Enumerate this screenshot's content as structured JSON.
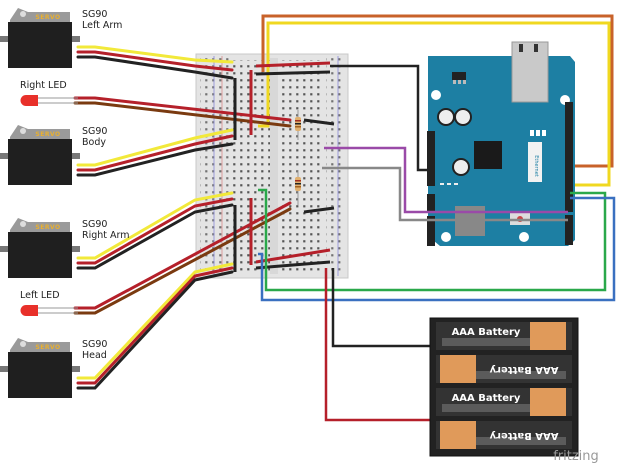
{
  "diagram": {
    "tool_watermark": "fritzing",
    "components": {
      "servos": [
        {
          "id": "servo-left-arm",
          "model": "SG90",
          "name": "Left Arm",
          "case_label": "SERVO"
        },
        {
          "id": "servo-body",
          "model": "SG90",
          "name": "Body",
          "case_label": "SERVO"
        },
        {
          "id": "servo-right-arm",
          "model": "SG90",
          "name": "Right Arm",
          "case_label": "SERVO"
        },
        {
          "id": "servo-head",
          "model": "SG90",
          "name": "Head",
          "case_label": "SERVO"
        }
      ],
      "leds": [
        {
          "id": "led-right",
          "label": "Right LED",
          "color": "#e8302a"
        },
        {
          "id": "led-left",
          "label": "Left LED",
          "color": "#e8302a"
        }
      ],
      "resistors": 2,
      "breadboard": "half-size breadboard",
      "microcontroller": {
        "name": "Arduino Ethernet",
        "board_color": "#1d7fa3",
        "logo_text": "Ethernet"
      },
      "battery_pack": {
        "cells": [
          {
            "label": "AAA Battery",
            "orientation": "normal"
          },
          {
            "label": "AAA Battery",
            "orientation": "flipped"
          },
          {
            "label": "AAA Battery",
            "orientation": "normal"
          },
          {
            "label": "AAA Battery",
            "orientation": "flipped"
          }
        ]
      }
    },
    "wire_colors": {
      "signal": "#f2e93a",
      "power": "#b5202a",
      "ground": "#222222",
      "led_cathode": "#7a3a10",
      "orange": "#c8622a",
      "yellow": "#f0d820",
      "purple": "#9a4aa8",
      "gray": "#888888",
      "green": "#2aa84a",
      "blue": "#3a70c0"
    }
  }
}
